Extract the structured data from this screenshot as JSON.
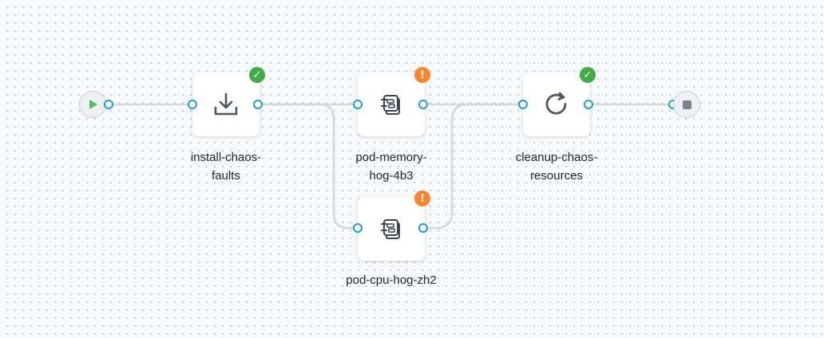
{
  "pipeline": {
    "start": {
      "icon": "play-icon"
    },
    "end": {
      "icon": "stop-icon"
    },
    "steps": {
      "install": {
        "label": "install-chaos-\nfaults",
        "icon": "download-icon",
        "status": "success",
        "status_glyph": "✓"
      },
      "memory": {
        "label": "pod-memory-\nhog-4b3",
        "icon": "chaos-fault-icon",
        "status": "warning",
        "status_glyph": "!"
      },
      "cpu": {
        "label": "pod-cpu-hog-zh2",
        "icon": "chaos-fault-icon",
        "status": "warning",
        "status_glyph": "!"
      },
      "cleanup": {
        "label": "cleanup-chaos-\nresources",
        "icon": "refresh-icon",
        "status": "success",
        "status_glyph": "✓"
      }
    }
  },
  "colors": {
    "success": "#42ab45",
    "warning": "#ff832b",
    "port": "#1f9ae0",
    "play": "#4fc35c",
    "edge": "#d3d7de",
    "icon": "#4f5563"
  }
}
